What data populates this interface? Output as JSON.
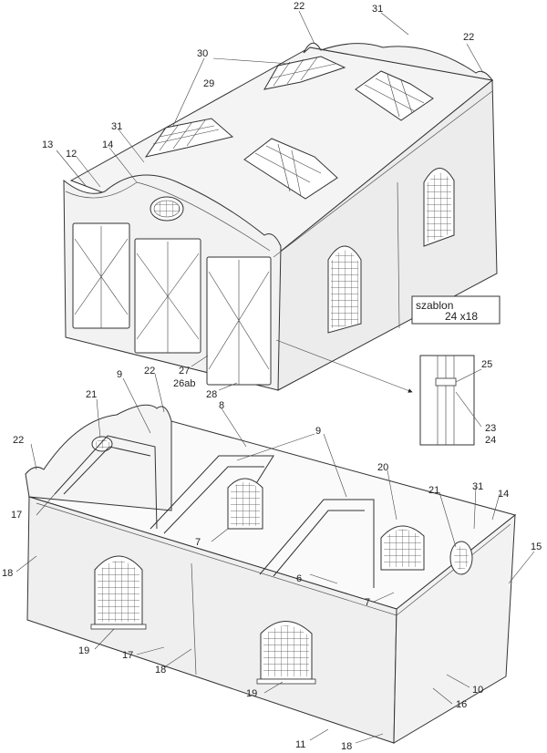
{
  "template_box": {
    "title": "szablon",
    "size": "24 x18"
  },
  "labels": {
    "l22a": "22",
    "l31a": "31",
    "l22b": "22",
    "l30": "30",
    "l29": "29",
    "l31b": "31",
    "l13": "13",
    "l12": "12",
    "l14a": "14",
    "l27": "27",
    "l26ab": "26ab",
    "l28": "28",
    "l25": "25",
    "l23": "23",
    "l24": "24",
    "l9a": "9",
    "l22c": "22",
    "l21a": "21",
    "l22d": "22",
    "l8": "8",
    "l9b": "9",
    "l17a": "17",
    "l18a": "18",
    "l7a": "7",
    "l20": "20",
    "l21b": "21",
    "l31c": "31",
    "l14b": "14",
    "l15": "15",
    "l6": "6",
    "l7b": "7",
    "l19a": "19",
    "l17b": "17",
    "l18b": "18",
    "l10": "10",
    "l19b": "19",
    "l16": "16",
    "l11": "11",
    "l18c": "18"
  }
}
